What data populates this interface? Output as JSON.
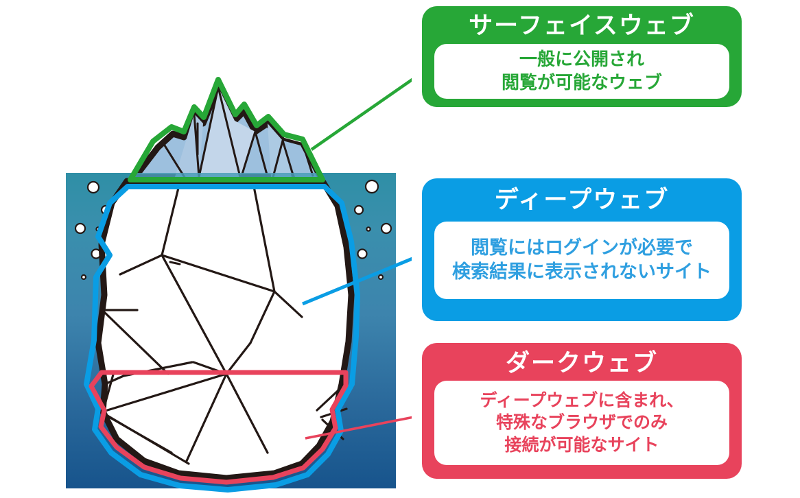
{
  "diagram": {
    "title_concept": "iceberg-web-layers",
    "colors": {
      "surface_green": "#27a737",
      "deep_blue": "#0a9de4",
      "dark_red": "#e8435c",
      "water_top": "#2e8ca3",
      "water_bottom": "#184f87",
      "ice_outline": "#231815",
      "ice_light": "#b9cfe8",
      "ice_mid": "#9dc0de",
      "ice_dark": "#84b2d4",
      "ice_body": "#ffffff"
    }
  },
  "panels": [
    {
      "key": "surface",
      "title": "サーフェイスウェブ",
      "lines": [
        "一般に公開され",
        "閲覧が可能なウェブ"
      ],
      "accent": "#27a737"
    },
    {
      "key": "deep",
      "title": "ディープウェブ",
      "lines": [
        "閲覧にはログインが必要で",
        "検索結果に表示されないサイト"
      ],
      "accent": "#0a9de4"
    },
    {
      "key": "dark",
      "title": "ダークウェブ",
      "lines": [
        "ディープウェブに含まれ、",
        "特殊なブラウザでのみ",
        "接続が可能なサイト"
      ],
      "accent": "#e8435c"
    }
  ],
  "illustration": {
    "water_label": "ocean-water-gradient",
    "iceberg_tip_label": "iceberg-tip-above-water",
    "iceberg_body_label": "iceberg-submerged-body",
    "bubbles_label": "water-bubbles"
  }
}
